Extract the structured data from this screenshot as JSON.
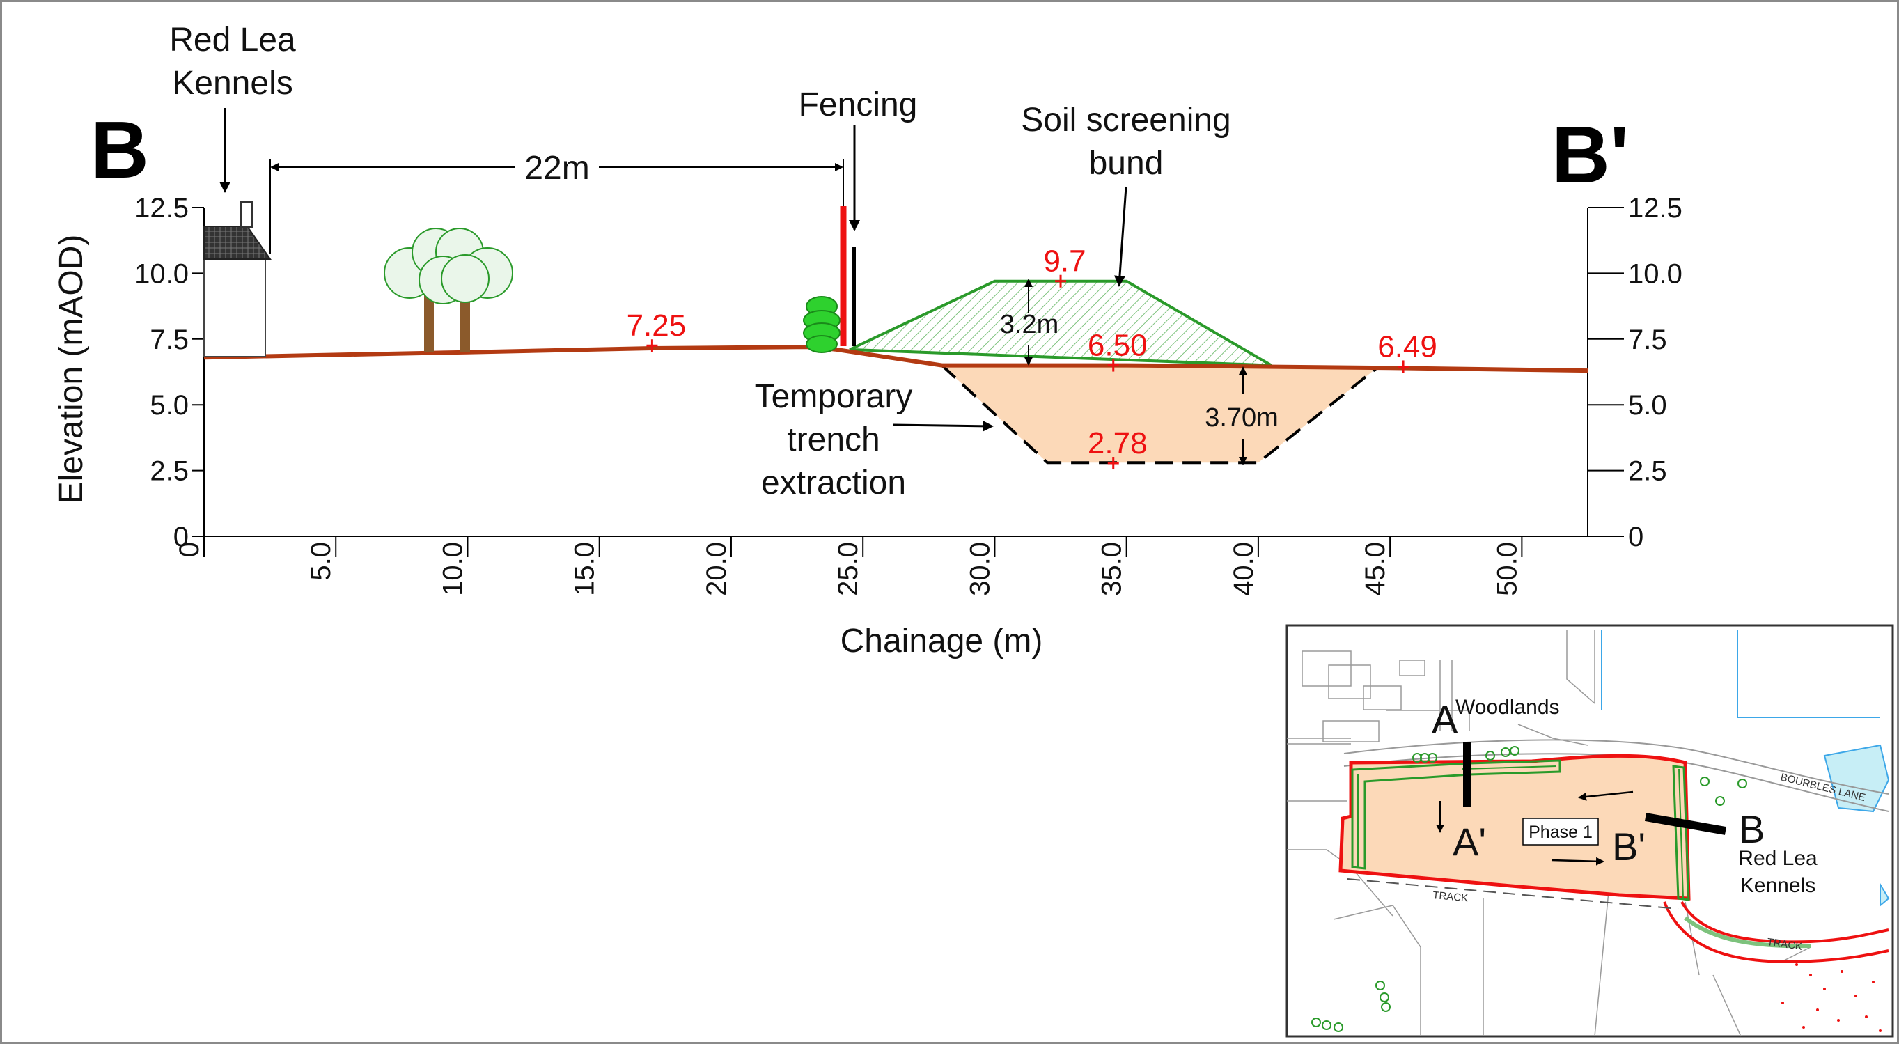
{
  "section": {
    "label_left": "B",
    "label_right": "B'",
    "kennels_label_line1": "Red Lea",
    "kennels_label_line2": "Kennels",
    "distance_label": "22m",
    "fencing_label": "Fencing",
    "bund_label_line1": "Soil screening",
    "bund_label_line2": "bund",
    "trench_label_line1": "Temporary",
    "trench_label_line2": "trench",
    "trench_label_line3": "extraction",
    "bund_height_label": "3.2m",
    "trench_depth_label": "3.70m"
  },
  "chart_data": {
    "type": "line",
    "xlabel": "Chainage (m)",
    "ylabel": "Elevation (mAOD)",
    "xlim": [
      0,
      52.5
    ],
    "ylim": [
      0,
      12.5
    ],
    "x_ticks": [
      "0",
      "5.0",
      "10.0",
      "15.0",
      "20.0",
      "25.0",
      "30.0",
      "35.0",
      "40.0",
      "45.0",
      "50.0"
    ],
    "y_ticks": [
      "0",
      "2.5",
      "5.0",
      "7.5",
      "10.0",
      "12.5"
    ],
    "colors": {
      "ground": "#b33a12",
      "bund": "#2a9a2a",
      "trench_fill": "#fcd9b8",
      "annotation": "#ee1111"
    },
    "series": [
      {
        "points": [
          [
            0,
            6.8
          ],
          [
            10,
            7.0
          ],
          [
            17,
            7.15
          ],
          [
            23,
            7.2
          ],
          [
            24,
            7.1
          ],
          [
            28,
            6.5
          ],
          [
            35,
            6.5
          ],
          [
            45,
            6.4
          ],
          [
            52.5,
            6.3
          ]
        ]
      }
    ],
    "bund": [
      [
        24.5,
        7.1
      ],
      [
        30,
        9.7
      ],
      [
        35,
        9.7
      ],
      [
        40.5,
        6.5
      ]
    ],
    "trench": [
      [
        28,
        6.5
      ],
      [
        32,
        2.8
      ],
      [
        40,
        2.8
      ],
      [
        44.5,
        6.4
      ]
    ],
    "spot_levels": [
      {
        "x": 17,
        "y": 7.25,
        "label": "7.25"
      },
      {
        "x": 32.5,
        "y": 9.7,
        "label": "9.7"
      },
      {
        "x": 34.5,
        "y": 6.5,
        "label": "6.50"
      },
      {
        "x": 34.5,
        "y": 2.78,
        "label": "2.78"
      },
      {
        "x": 45.5,
        "y": 6.45,
        "label": "6.49"
      }
    ]
  },
  "inset_map": {
    "woodlands": "Woodlands",
    "bourbles_lane": "BOURBLES LANE",
    "track1": "TRACK",
    "track2": "TRACK",
    "phase": "Phase 1",
    "a": "A",
    "a_prime": "A'",
    "b": "B",
    "b_prime": "B'",
    "kennels_line1": "Red Lea",
    "kennels_line2": "Kennels"
  }
}
